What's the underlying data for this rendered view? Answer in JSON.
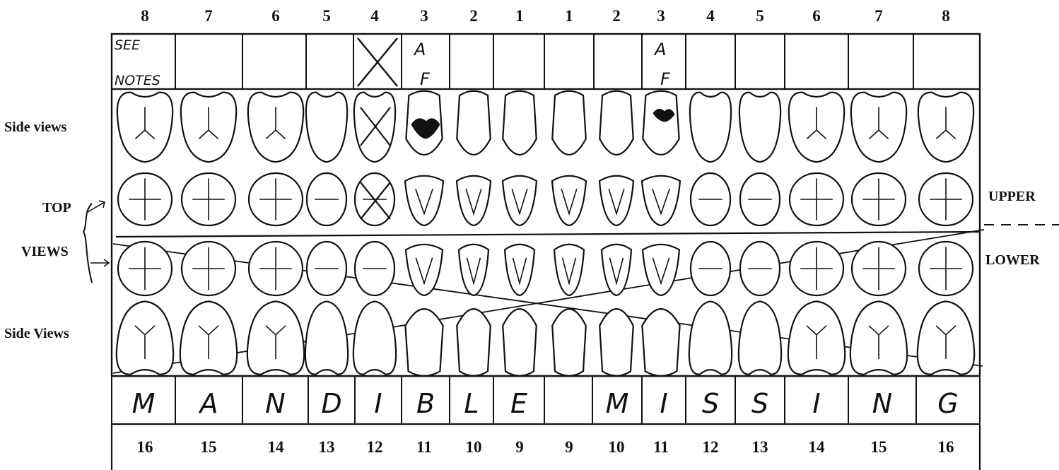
{
  "upper_numbers": [
    "8",
    "7",
    "6",
    "5",
    "4",
    "3",
    "2",
    "1",
    "1",
    "2",
    "3",
    "4",
    "5",
    "6",
    "7",
    "8"
  ],
  "lower_numbers": [
    "16",
    "15",
    "14",
    "13",
    "12",
    "11",
    "10",
    "9",
    "9",
    "10",
    "11",
    "12",
    "13",
    "14",
    "15",
    "16"
  ],
  "upper_notes": [
    "SEE NOTES",
    "",
    "",
    "",
    "X",
    "A F",
    "",
    "",
    "",
    "",
    "A F",
    "",
    "",
    "",
    "",
    ""
  ],
  "lower_letters": [
    "M",
    "A",
    "N",
    "D",
    "I",
    "B",
    "L",
    "E",
    "",
    "M",
    "I",
    "S",
    "S",
    "I",
    "N",
    "G"
  ],
  "labels": {
    "side_views_upper": "Side views",
    "top": "TOP",
    "views": "VIEWS",
    "side_views_lower": "Side Views",
    "upper": "UPPER",
    "lower": "LOWER"
  },
  "colors": {
    "ink": "#111111",
    "paper": "#ffffff"
  }
}
